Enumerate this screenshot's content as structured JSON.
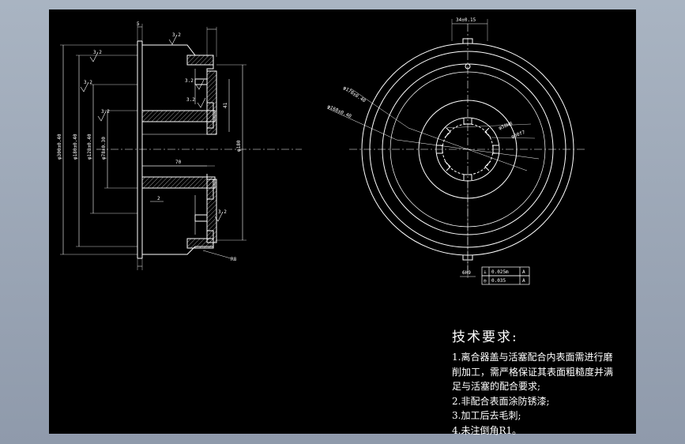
{
  "side_view": {
    "dims": {
      "d_outer": "φ300±0.40",
      "d_2": "φ180±0.40",
      "d_3": "φ128±0.40",
      "d_4": "φ78±0.30",
      "d_right": "φ180",
      "len_70": "70",
      "len_41": "41",
      "width_5": "5",
      "gap_2": "2",
      "r8": "R8"
    },
    "roughness": [
      "3.2",
      "3.2",
      "3.2",
      "3.2",
      "3.2",
      "3.2",
      "3.2"
    ]
  },
  "front_view": {
    "keyway_width": "34±0.15",
    "d_outer": "φ178±0.40",
    "d_mid": "φ168±0.40",
    "d_hole_1": "φ58H8",
    "d_hole_2": "φ60f7",
    "keyway_depth": "6H9",
    "tolerance_frame": {
      "row1": [
        "⊥",
        "0.025m",
        "A"
      ],
      "row2": [
        "◎",
        "0.035",
        "A"
      ]
    }
  },
  "notes": {
    "heading": "技术要求:",
    "lines": [
      "1.离合器盖与活塞配合内表面需进行磨",
      "削加工，需严格保证其表面粗糙度并满",
      "足与活塞的配合要求;",
      "2.非配合表面涂防锈漆;",
      "3.加工后去毛刺;",
      "4.未注倒角R1。"
    ]
  }
}
